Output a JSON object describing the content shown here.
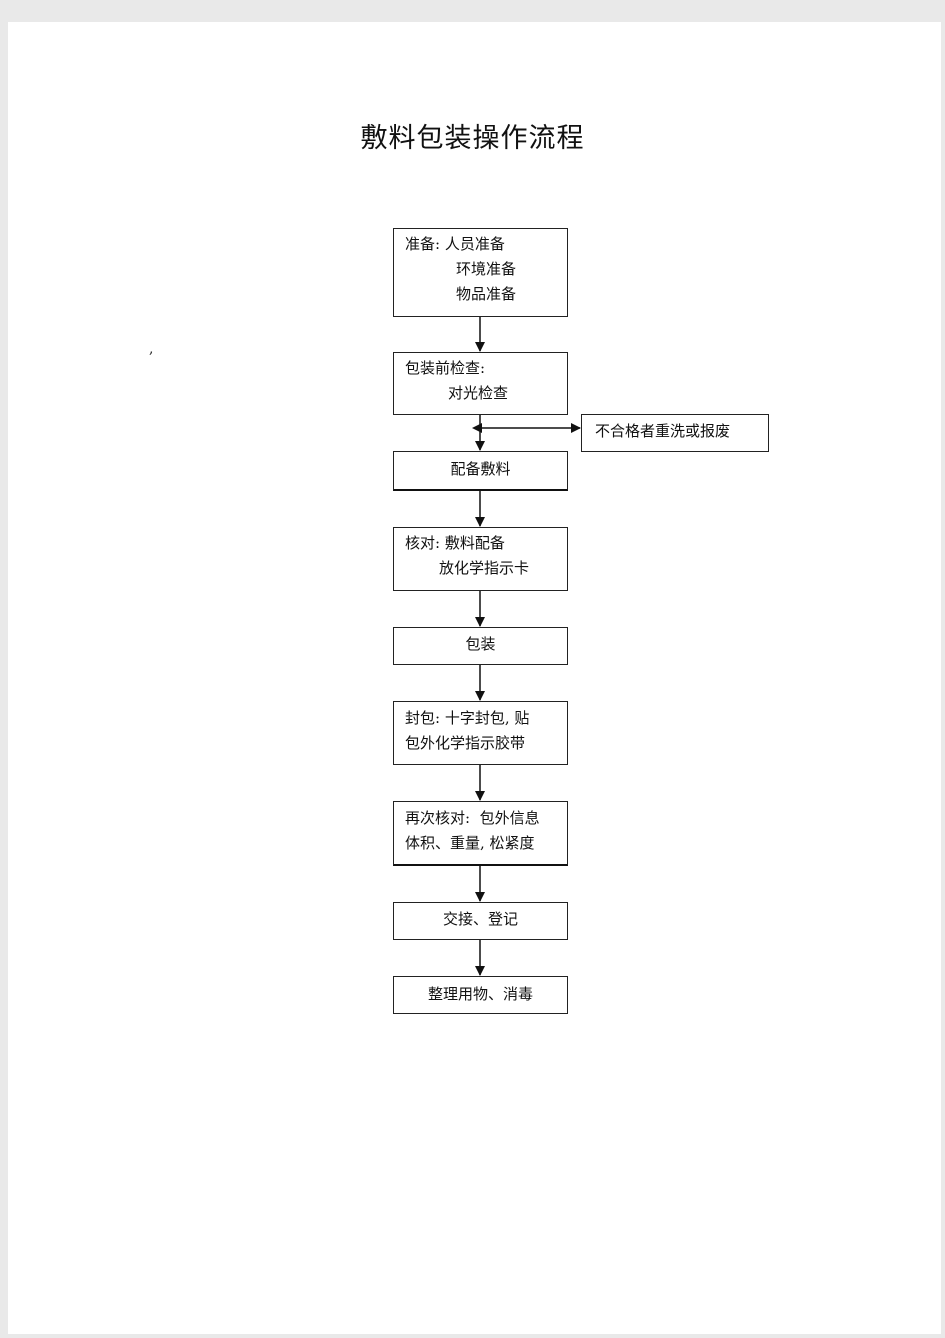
{
  "title": "敷料包装操作流程",
  "stray_mark": ",",
  "steps": {
    "prep": {
      "label": "准备:",
      "lines": [
        "人员准备",
        "环境准备",
        "物品准备"
      ]
    },
    "precheck": {
      "label": "包装前检查:",
      "lines": [
        "对光检查"
      ]
    },
    "reject": {
      "label": "不合格者重洗或报废"
    },
    "match": {
      "label": "配备敷料"
    },
    "verify": {
      "label": "核对:",
      "lines": [
        "敷料配备",
        "放化学指示卡"
      ]
    },
    "pack": {
      "label": "包装"
    },
    "seal": {
      "label": "封包:",
      "lines": [
        "十字封包, 贴",
        "包外化学指示胶带"
      ]
    },
    "reverify": {
      "label": "再次核对:",
      "lines": [
        "包外信息",
        "体积、重量, 松紧度"
      ]
    },
    "handover": {
      "label": "交接、登记"
    },
    "tidy": {
      "label": "整理用物、消毒"
    }
  }
}
